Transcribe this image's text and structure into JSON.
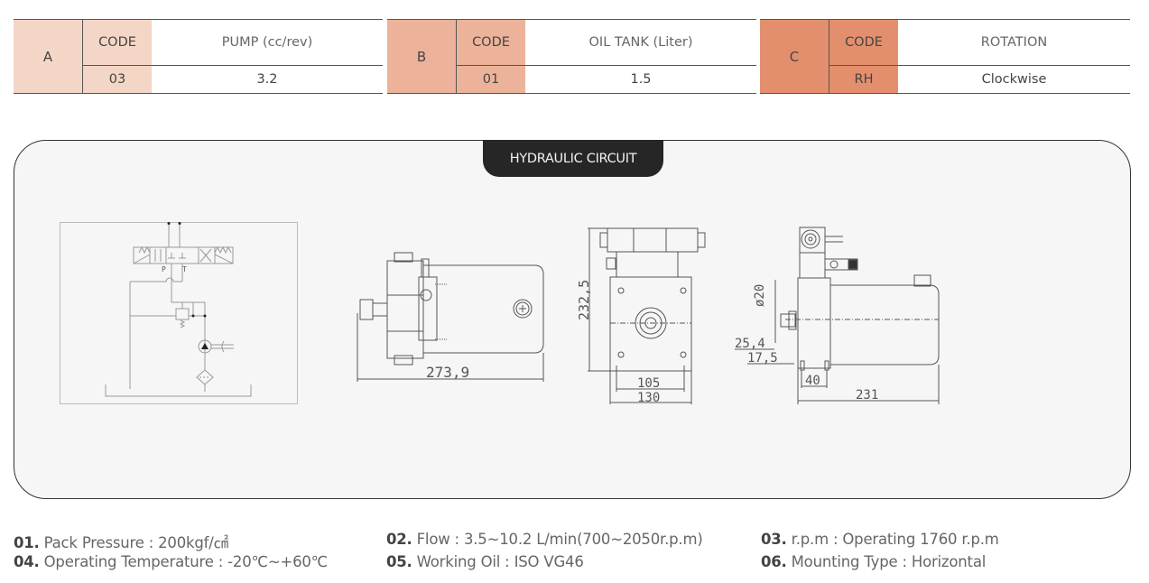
{
  "options": [
    {
      "letter": "A",
      "code_label": "CODE",
      "desc_label": "PUMP (cc/rev)",
      "code": "03",
      "value": "3.2",
      "color": "#f4d6c6"
    },
    {
      "letter": "B",
      "code_label": "CODE",
      "desc_label": "OIL TANK (Liter)",
      "code": "01",
      "value": "1.5",
      "color": "#ecb39a"
    },
    {
      "letter": "C",
      "code_label": "CODE",
      "desc_label": "ROTATION",
      "code": "RH",
      "value": "Clockwise",
      "color": "#e38f6e"
    }
  ],
  "circuit": {
    "title": "HYDRAULIC CIRCUIT",
    "schematic_labels": {
      "p_port": "P",
      "t_port": "T"
    },
    "dimensions": {
      "side_view_length": "273,9",
      "front_view_height": "232,5",
      "front_view_inner_width": "105",
      "front_view_outer_width": "130",
      "end_view_diameter": "ø20",
      "end_view_dim_1": "25,4",
      "end_view_dim_2": "17,5",
      "end_view_dim_3": "40",
      "end_view_length": "231"
    }
  },
  "specs": [
    {
      "num": "01.",
      "text": "Pack Pressure : 200kgf/㎠"
    },
    {
      "num": "02.",
      "text": "Flow : 3.5~10.2 L/min(700~2050r.p.m)"
    },
    {
      "num": "03.",
      "text": "r.p.m : Operating 1760 r.p.m"
    },
    {
      "num": "04.",
      "text": "Operating Temperature : -20℃~+60℃"
    },
    {
      "num": "05.",
      "text": "Working Oil : ISO VG46"
    },
    {
      "num": "06.",
      "text": "Mounting Type : Horizontal"
    }
  ]
}
